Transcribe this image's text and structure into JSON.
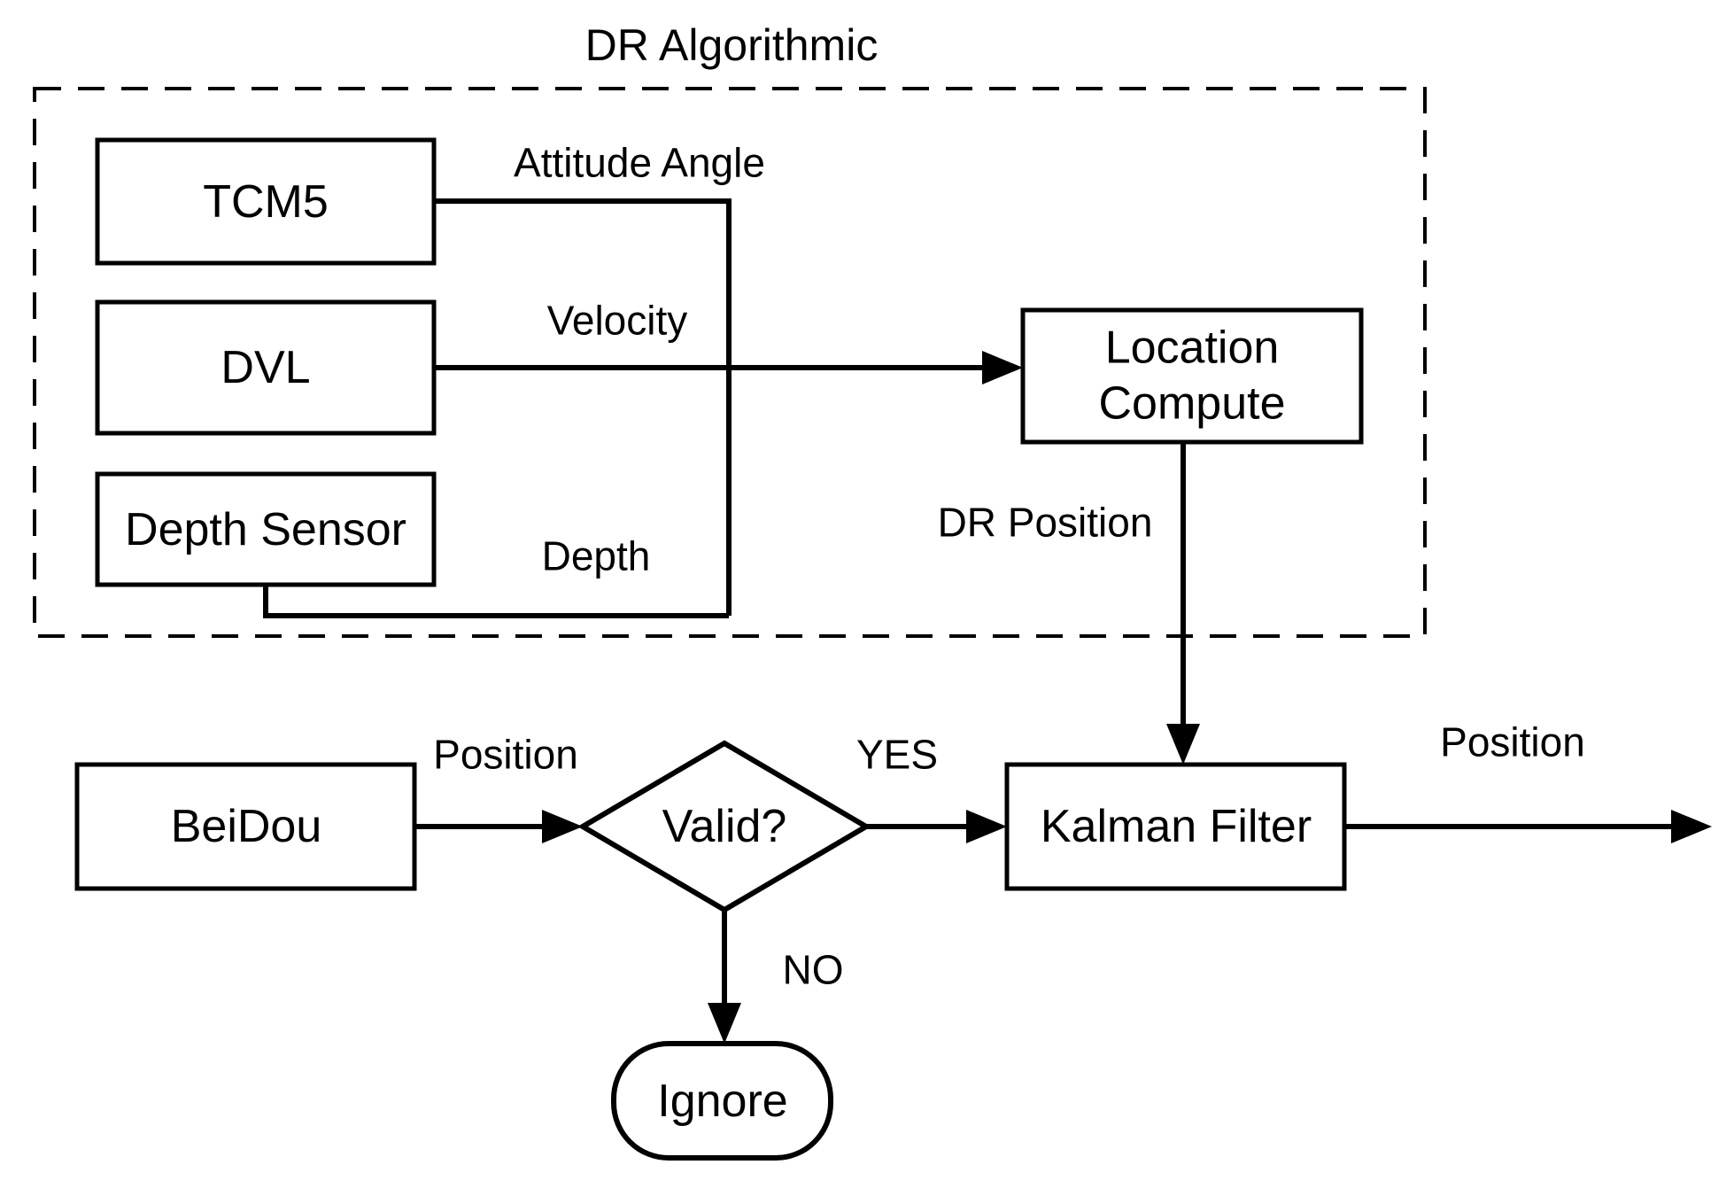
{
  "diagram": {
    "title": "DR Algorithmic",
    "nodes": {
      "tcm5": "TCM5",
      "dvl": "DVL",
      "depth_sensor": "Depth Sensor",
      "location_compute": "Location Compute",
      "beidou": "BeiDou",
      "kalman_filter": "Kalman Filter",
      "valid_decision": "Valid?",
      "ignore": "Ignore"
    },
    "edge_labels": {
      "attitude_angle": "Attitude Angle",
      "velocity": "Velocity",
      "depth": "Depth",
      "dr_position": "DR Position",
      "beidou_position": "Position",
      "yes": "YES",
      "no": "NO",
      "output_position": "Position"
    },
    "colors": {
      "line": "#000000",
      "background": "#ffffff"
    }
  }
}
